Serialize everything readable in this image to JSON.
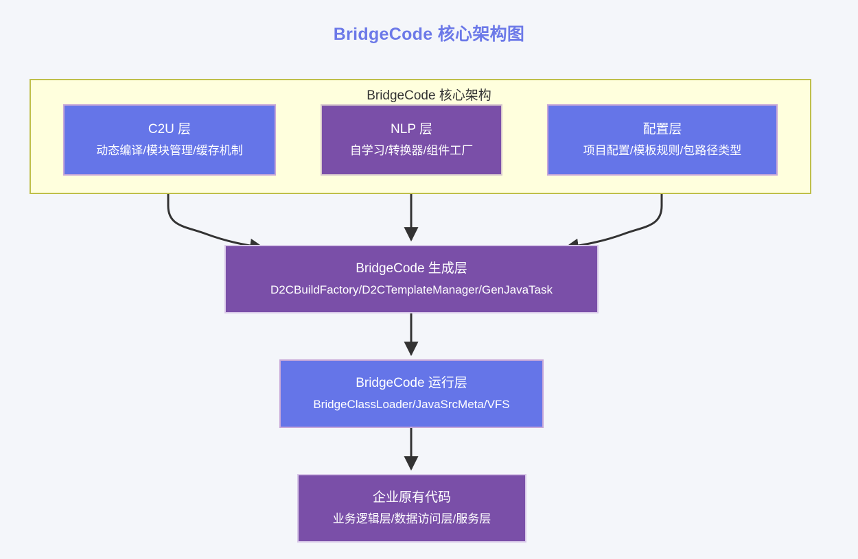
{
  "title": "BridgeCode 核心架构图",
  "theme": {
    "background": "#f4f6fa",
    "title_color": "#6c79e8",
    "subgraph_fill": "#ffffdd",
    "subgraph_border": "#bfbf4a",
    "blue_fill": "#6575e8",
    "purple_fill": "#7a4fa8",
    "edge_color": "#333333",
    "node_text": "#ffffff"
  },
  "subgraph": {
    "label": "BridgeCode 核心架构"
  },
  "nodes": {
    "c2u": {
      "title": "C2U 层",
      "subtitle": "动态编译/模块管理/缓存机制"
    },
    "nlp": {
      "title": "NLP 层",
      "subtitle": "自学习/转换器/组件工厂"
    },
    "config": {
      "title": "配置层",
      "subtitle": "项目配置/模板规则/包路径类型"
    },
    "generation": {
      "title": "BridgeCode 生成层",
      "subtitle": "D2CBuildFactory/D2CTemplateManager/GenJavaTask"
    },
    "runtime": {
      "title": "BridgeCode 运行层",
      "subtitle": "BridgeClassLoader/JavaSrcMeta/VFS"
    },
    "legacy": {
      "title": "企业原有代码",
      "subtitle": "业务逻辑层/数据访问层/服务层"
    }
  },
  "edges": [
    {
      "from": "c2u",
      "to": "generation",
      "label": ""
    },
    {
      "from": "nlp",
      "to": "generation",
      "label": ""
    },
    {
      "from": "config",
      "to": "generation",
      "label": ""
    },
    {
      "from": "generation",
      "to": "runtime",
      "label": ""
    },
    {
      "from": "runtime",
      "to": "legacy",
      "label": ""
    }
  ]
}
